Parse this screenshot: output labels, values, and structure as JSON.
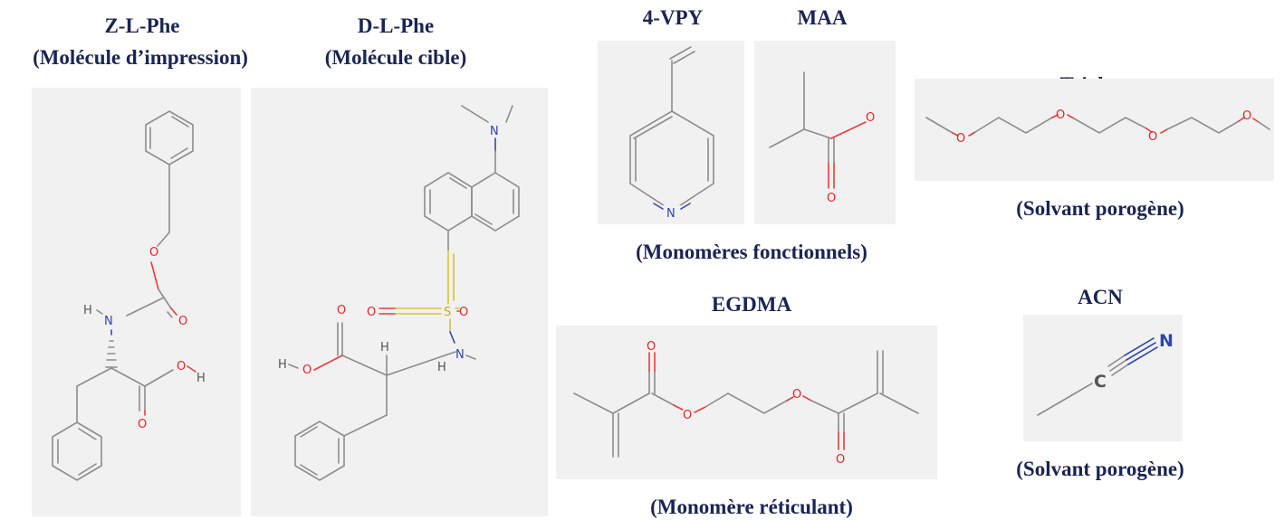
{
  "molecules": {
    "zlphe": {
      "name": "Z-L-Phe",
      "role": "(Molécule d’impression)"
    },
    "dlphe": {
      "name": "D-L-Phe",
      "role": "(Molécule cible)"
    },
    "vpy": {
      "name": "4-VPY"
    },
    "maa": {
      "name": "MAA"
    },
    "functional_caption": "(Monomères fonctionnels)",
    "triglyme": {
      "name": "Triglyme",
      "role": "(Solvant porogène)"
    },
    "egdma": {
      "name": "EGDMA",
      "role": "(Monomère réticulant)"
    },
    "acn": {
      "name": "ACN",
      "role": "(Solvant porogène)"
    }
  },
  "atoms": {
    "O": "O",
    "N": "N",
    "H": "H",
    "S": "S",
    "C": "C"
  }
}
